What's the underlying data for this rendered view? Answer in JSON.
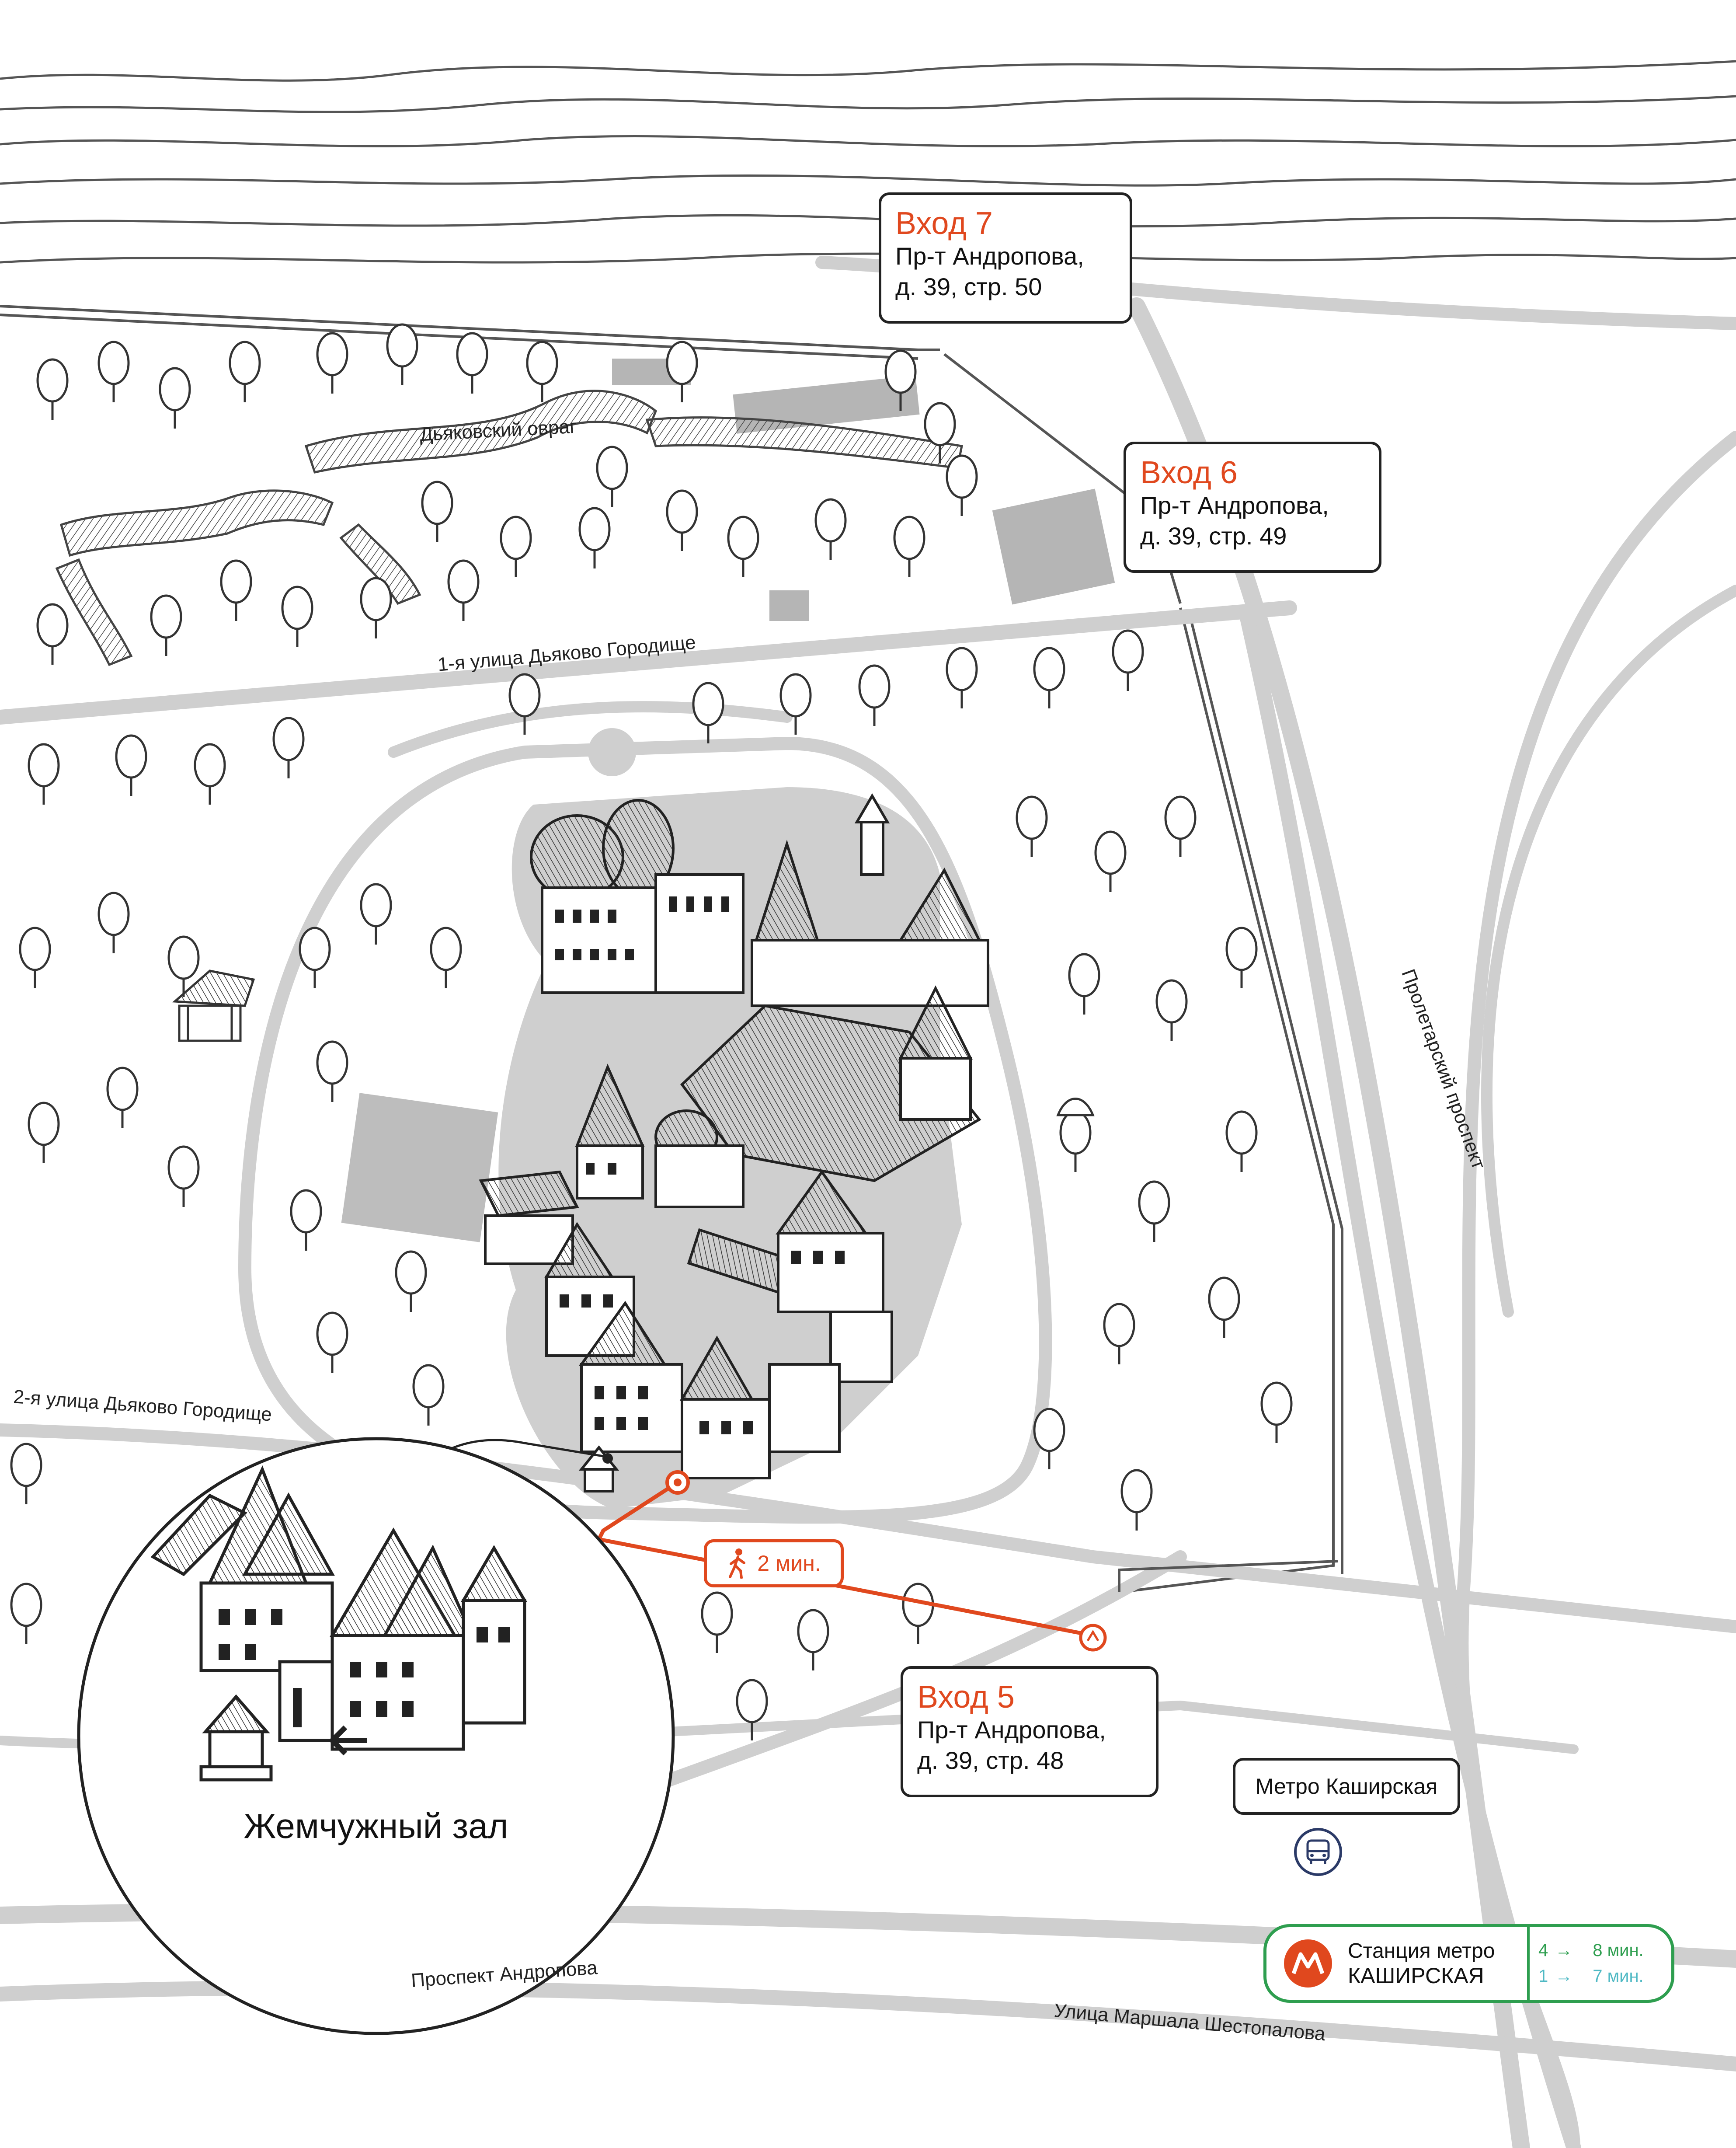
{
  "colors": {
    "accent": "#e0481e",
    "metro_green": "#2e9e4f",
    "metro_teal": "#4fb9c4",
    "road": "#cfcfcf",
    "building_gray": "#b5b5b5",
    "line": "#333333"
  },
  "entrances": [
    {
      "title": "Вход 7",
      "line1": "Пр-т Андропова,",
      "line2": "д. 39, стр. 50"
    },
    {
      "title": "Вход 6",
      "line1": "Пр-т Андропова,",
      "line2": "д. 39, стр. 49"
    },
    {
      "title": "Вход 5",
      "line1": "Пр-т Андропова,",
      "line2": "д. 39, стр. 48"
    }
  ],
  "streets": {
    "ravine": "Дьяковский овраг",
    "first_street": "1-я улица Дьяково Городище",
    "second_street": "2-я улица  Дьяково Городище",
    "proletarsky": "Пролетарский проспект",
    "andropova": "Проспект Андропова",
    "shestopalova": "Улица Маршала Шестопалова"
  },
  "walk": {
    "icon": "walking-person-icon",
    "label": "2 мин."
  },
  "inset": {
    "title": "Жемчужный зал",
    "arrow_icon": "arrow-icon"
  },
  "metro_stop": {
    "label": "Метро Каширская",
    "icon": "bus-icon"
  },
  "metro_station": {
    "icon": "metro-m-icon",
    "line1": "Станция метро",
    "line2": "КАШИРСКАЯ",
    "routes": [
      {
        "number": "4",
        "arrow": "→",
        "time": "8 мин.",
        "color": "#2e9e4f"
      },
      {
        "number": "1",
        "arrow": "→",
        "time": "7 мин.",
        "color": "#4fb9c4"
      }
    ]
  }
}
